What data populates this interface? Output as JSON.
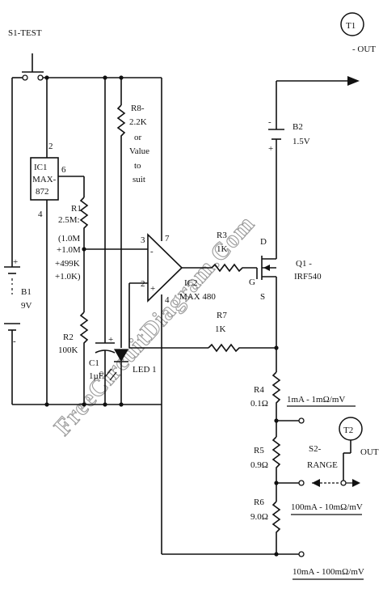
{
  "labels": {
    "s1_test": "S1-TEST",
    "t1": "T1",
    "t1_out": "- OUT",
    "ic1_name": "IC1",
    "ic1_part": "MAX-",
    "ic1_part2": "872",
    "ic1_pin2": "2",
    "ic1_pin6": "6",
    "ic1_pin4": "4",
    "r8_name": "R8-",
    "r8_val": "2.2K",
    "r8_or": "or",
    "r8_value": "Value",
    "r8_to": "to",
    "r8_suit": "suit",
    "b2_name": "B2",
    "b2_val": "1.5V",
    "r1_name": "R1",
    "r1_line1": "2.5M:",
    "r1_line2": "(1.0M",
    "r1_line3": "+1.0M",
    "r1_line4": "+499K",
    "r1_line5": "+1.0K)",
    "b1_name": "B1",
    "b1_val": "9V",
    "ic2_pin3": "3",
    "ic2_pin7": "7",
    "ic2_pin2": "2",
    "ic2_pin4": "4",
    "ic2_name": "IC2",
    "ic2_part": "MAX 480",
    "r3_name": "R3",
    "r3_val": "1K",
    "q1_d": "D",
    "q1_g": "G",
    "q1_s": "S",
    "q1_name": "Q1 -",
    "q1_part": "IRF540",
    "r7_name": "R7",
    "r7_val": "1K",
    "r2_name": "R2",
    "r2_val": "100K",
    "c1_name": "C1",
    "c1_val": "1µF",
    "led_name": "LED 1",
    "r4_name": "R4",
    "r4_val": "0.1Ω",
    "range1": "1mA - 1mΩ/mV",
    "t2": "T2",
    "t2_out": "OUT",
    "r5_name": "R5",
    "r5_val": "0.9Ω",
    "s2_name": "S2-",
    "s2_range": "RANGE",
    "r6_name": "R6",
    "r6_val": "9.0Ω",
    "range2": "100mA - 10mΩ/mV",
    "range3": "10mA - 100mΩ/mV",
    "plus": "+",
    "minus": "-",
    "watermark": "FreeCircuitDiagram.Com"
  }
}
